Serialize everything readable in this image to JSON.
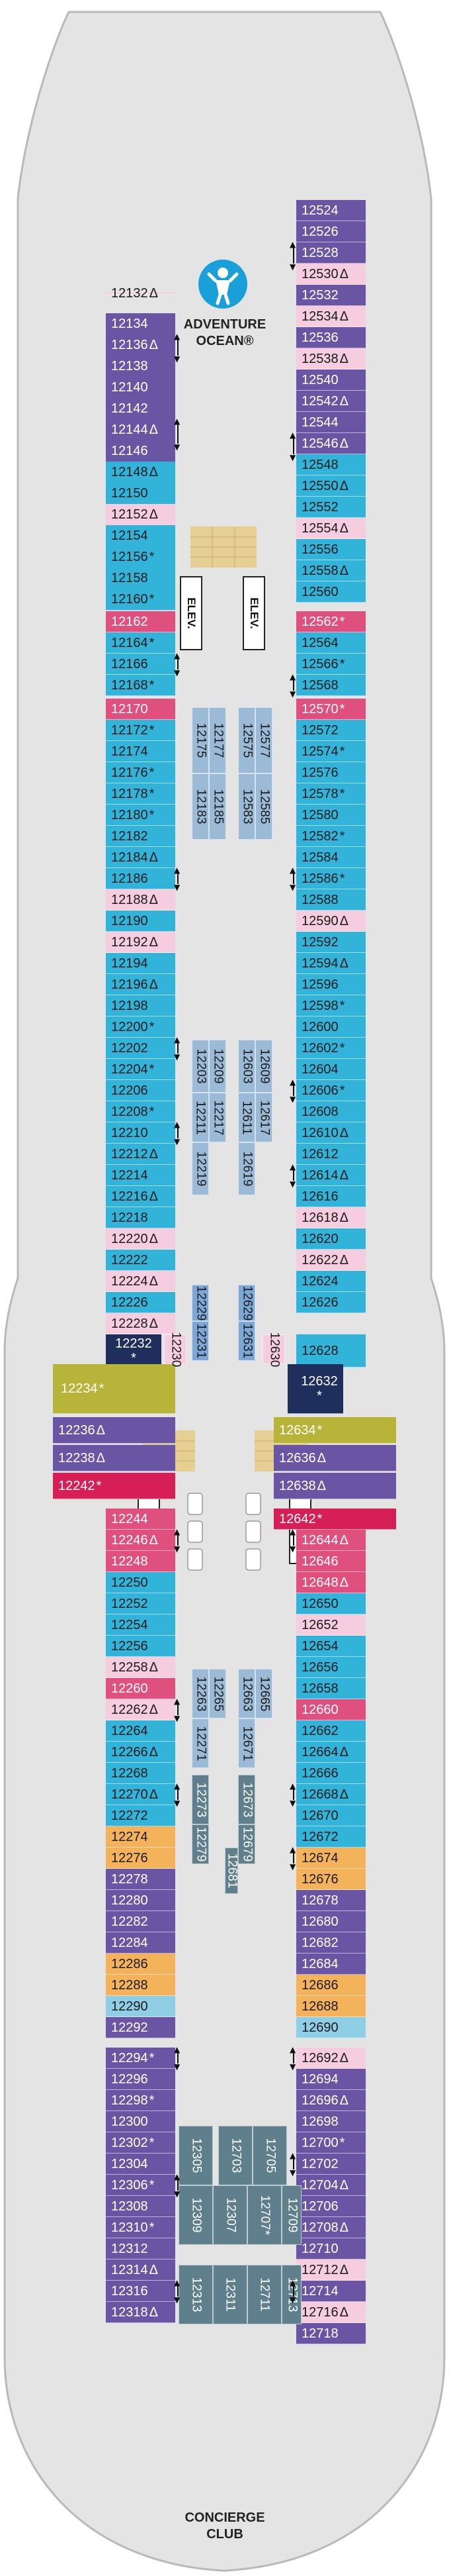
{
  "colors": {
    "hull": "#e4e4e4",
    "hull_stroke": "#b9b9b9",
    "ocean_suite": "#32b3d9",
    "balcony": "#6a55a4",
    "balcony_deluxe": "#8270b8",
    "suite_pink": "#f5cdde",
    "junior_suite": "#e0507f",
    "grand_suite": "#d61f56",
    "family": "#f4b35a",
    "interior_teal": "#5e7f8b",
    "interior_light": "#9bbad6",
    "interior_blue": "#7da7d6",
    "navy": "#1f2f5d",
    "olive": "#b8b43a",
    "dark_teal": "#4f7584",
    "pale_blue": "#8ecfe6",
    "wood": "#e6cf93"
  },
  "venues": {
    "adventure_ocean_line1": "ADVENTURE",
    "adventure_ocean_line2": "OCEAN®",
    "adventure_ocean_icon": "kids-club-icon",
    "concierge_line1": "CONCIERGE",
    "concierge_line2": "CLUB",
    "elevator_label": "ELEV."
  },
  "legend_symbols": {
    "accessible": "*",
    "connecting": "Δ",
    "adjoining": "↕"
  },
  "cabins_left": [
    {
      "id": "12132",
      "sym": "Δ",
      "cat": "suite_pink"
    },
    {
      "id": "12134",
      "sym": "",
      "cat": "balcony"
    },
    {
      "id": "12136",
      "sym": "Δ",
      "cat": "balcony"
    },
    {
      "id": "12138",
      "sym": "",
      "cat": "balcony"
    },
    {
      "id": "12140",
      "sym": "",
      "cat": "balcony"
    },
    {
      "id": "12142",
      "sym": "",
      "cat": "balcony"
    },
    {
      "id": "12144",
      "sym": "Δ",
      "cat": "balcony"
    },
    {
      "id": "12146",
      "sym": "",
      "cat": "balcony"
    },
    {
      "id": "12148",
      "sym": "Δ",
      "cat": "ocean_suite"
    },
    {
      "id": "12150",
      "sym": "",
      "cat": "ocean_suite"
    },
    {
      "id": "12152",
      "sym": "Δ",
      "cat": "suite_pink"
    },
    {
      "id": "12154",
      "sym": "",
      "cat": "ocean_suite"
    },
    {
      "id": "12156",
      "sym": "*",
      "cat": "ocean_suite"
    },
    {
      "id": "12158",
      "sym": "",
      "cat": "ocean_suite"
    },
    {
      "id": "12160",
      "sym": "*",
      "cat": "ocean_suite"
    },
    {
      "id": "12162",
      "sym": "",
      "cat": "junior_suite"
    },
    {
      "id": "12164",
      "sym": "*",
      "cat": "ocean_suite"
    },
    {
      "id": "12166",
      "sym": "",
      "cat": "ocean_suite"
    },
    {
      "id": "12168",
      "sym": "*",
      "cat": "ocean_suite"
    },
    {
      "id": "12170",
      "sym": "",
      "cat": "junior_suite"
    },
    {
      "id": "12172",
      "sym": "*",
      "cat": "ocean_suite"
    },
    {
      "id": "12174",
      "sym": "",
      "cat": "ocean_suite"
    },
    {
      "id": "12176",
      "sym": "*",
      "cat": "ocean_suite"
    },
    {
      "id": "12178",
      "sym": "*",
      "cat": "ocean_suite"
    },
    {
      "id": "12180",
      "sym": "*",
      "cat": "ocean_suite"
    },
    {
      "id": "12182",
      "sym": "",
      "cat": "ocean_suite"
    },
    {
      "id": "12184",
      "sym": "Δ",
      "cat": "ocean_suite"
    },
    {
      "id": "12186",
      "sym": "",
      "cat": "ocean_suite"
    },
    {
      "id": "12188",
      "sym": "Δ",
      "cat": "suite_pink"
    },
    {
      "id": "12190",
      "sym": "",
      "cat": "ocean_suite"
    },
    {
      "id": "12192",
      "sym": "Δ",
      "cat": "suite_pink"
    },
    {
      "id": "12194",
      "sym": "",
      "cat": "ocean_suite"
    },
    {
      "id": "12196",
      "sym": "Δ",
      "cat": "ocean_suite"
    },
    {
      "id": "12198",
      "sym": "",
      "cat": "ocean_suite"
    },
    {
      "id": "12200",
      "sym": "*",
      "cat": "ocean_suite"
    },
    {
      "id": "12202",
      "sym": "",
      "cat": "ocean_suite"
    },
    {
      "id": "12204",
      "sym": "*",
      "cat": "ocean_suite"
    },
    {
      "id": "12206",
      "sym": "",
      "cat": "ocean_suite"
    },
    {
      "id": "12208",
      "sym": "*",
      "cat": "ocean_suite"
    },
    {
      "id": "12210",
      "sym": "",
      "cat": "ocean_suite"
    },
    {
      "id": "12212",
      "sym": "Δ",
      "cat": "ocean_suite"
    },
    {
      "id": "12214",
      "sym": "",
      "cat": "ocean_suite"
    },
    {
      "id": "12216",
      "sym": "Δ",
      "cat": "ocean_suite"
    },
    {
      "id": "12218",
      "sym": "",
      "cat": "ocean_suite"
    },
    {
      "id": "12220",
      "sym": "Δ",
      "cat": "suite_pink"
    },
    {
      "id": "12222",
      "sym": "",
      "cat": "ocean_suite"
    },
    {
      "id": "12224",
      "sym": "Δ",
      "cat": "suite_pink"
    },
    {
      "id": "12226",
      "sym": "",
      "cat": "ocean_suite"
    },
    {
      "id": "12228",
      "sym": "Δ",
      "cat": "suite_pink"
    },
    {
      "id": "12232",
      "sym": "*",
      "cat": "navy"
    },
    {
      "id": "12234",
      "sym": "*",
      "cat": "olive"
    },
    {
      "id": "12236",
      "sym": "Δ",
      "cat": "balcony"
    },
    {
      "id": "12238",
      "sym": "Δ",
      "cat": "balcony"
    },
    {
      "id": "12242",
      "sym": "*",
      "cat": "grand_suite"
    },
    {
      "id": "12244",
      "sym": "",
      "cat": "junior_suite"
    },
    {
      "id": "12246",
      "sym": "Δ",
      "cat": "junior_suite"
    },
    {
      "id": "12248",
      "sym": "",
      "cat": "junior_suite"
    },
    {
      "id": "12250",
      "sym": "",
      "cat": "ocean_suite"
    },
    {
      "id": "12252",
      "sym": "",
      "cat": "ocean_suite"
    },
    {
      "id": "12254",
      "sym": "",
      "cat": "ocean_suite"
    },
    {
      "id": "12256",
      "sym": "",
      "cat": "ocean_suite"
    },
    {
      "id": "12258",
      "sym": "Δ",
      "cat": "suite_pink"
    },
    {
      "id": "12260",
      "sym": "",
      "cat": "junior_suite"
    },
    {
      "id": "12262",
      "sym": "Δ",
      "cat": "suite_pink"
    },
    {
      "id": "12264",
      "sym": "",
      "cat": "ocean_suite"
    },
    {
      "id": "12266",
      "sym": "Δ",
      "cat": "ocean_suite"
    },
    {
      "id": "12268",
      "sym": "",
      "cat": "ocean_suite"
    },
    {
      "id": "12270",
      "sym": "Δ",
      "cat": "ocean_suite"
    },
    {
      "id": "12272",
      "sym": "",
      "cat": "ocean_suite"
    },
    {
      "id": "12274",
      "sym": "",
      "cat": "family"
    },
    {
      "id": "12276",
      "sym": "",
      "cat": "family"
    },
    {
      "id": "12278",
      "sym": "",
      "cat": "balcony"
    },
    {
      "id": "12280",
      "sym": "",
      "cat": "balcony"
    },
    {
      "id": "12282",
      "sym": "",
      "cat": "balcony"
    },
    {
      "id": "12284",
      "sym": "",
      "cat": "balcony"
    },
    {
      "id": "12286",
      "sym": "",
      "cat": "family"
    },
    {
      "id": "12288",
      "sym": "",
      "cat": "family"
    },
    {
      "id": "12290",
      "sym": "",
      "cat": "pale_blue"
    },
    {
      "id": "12292",
      "sym": "",
      "cat": "balcony"
    },
    {
      "id": "12294",
      "sym": "*",
      "cat": "balcony"
    },
    {
      "id": "12296",
      "sym": "",
      "cat": "balcony"
    },
    {
      "id": "12298",
      "sym": "*",
      "cat": "balcony"
    },
    {
      "id": "12300",
      "sym": "",
      "cat": "balcony"
    },
    {
      "id": "12302",
      "sym": "*",
      "cat": "balcony"
    },
    {
      "id": "12304",
      "sym": "",
      "cat": "balcony"
    },
    {
      "id": "12306",
      "sym": "*",
      "cat": "balcony"
    },
    {
      "id": "12308",
      "sym": "",
      "cat": "balcony"
    },
    {
      "id": "12310",
      "sym": "*",
      "cat": "balcony"
    },
    {
      "id": "12312",
      "sym": "",
      "cat": "balcony"
    },
    {
      "id": "12314",
      "sym": "Δ",
      "cat": "balcony"
    },
    {
      "id": "12316",
      "sym": "",
      "cat": "balcony"
    },
    {
      "id": "12318",
      "sym": "Δ",
      "cat": "balcony"
    }
  ],
  "cabins_right": [
    {
      "id": "12524",
      "sym": "",
      "cat": "balcony"
    },
    {
      "id": "12526",
      "sym": "",
      "cat": "balcony"
    },
    {
      "id": "12528",
      "sym": "",
      "cat": "balcony"
    },
    {
      "id": "12530",
      "sym": "Δ",
      "cat": "suite_pink"
    },
    {
      "id": "12532",
      "sym": "",
      "cat": "balcony"
    },
    {
      "id": "12534",
      "sym": "Δ",
      "cat": "suite_pink"
    },
    {
      "id": "12536",
      "sym": "",
      "cat": "balcony"
    },
    {
      "id": "12538",
      "sym": "Δ",
      "cat": "suite_pink"
    },
    {
      "id": "12540",
      "sym": "",
      "cat": "balcony"
    },
    {
      "id": "12542",
      "sym": "Δ",
      "cat": "balcony"
    },
    {
      "id": "12544",
      "sym": "",
      "cat": "balcony"
    },
    {
      "id": "12546",
      "sym": "Δ",
      "cat": "balcony"
    },
    {
      "id": "12548",
      "sym": "",
      "cat": "ocean_suite"
    },
    {
      "id": "12550",
      "sym": "Δ",
      "cat": "ocean_suite"
    },
    {
      "id": "12552",
      "sym": "",
      "cat": "ocean_suite"
    },
    {
      "id": "12554",
      "sym": "Δ",
      "cat": "suite_pink"
    },
    {
      "id": "12556",
      "sym": "",
      "cat": "ocean_suite"
    },
    {
      "id": "12558",
      "sym": "Δ",
      "cat": "ocean_suite"
    },
    {
      "id": "12560",
      "sym": "",
      "cat": "ocean_suite"
    },
    {
      "id": "12562",
      "sym": "*",
      "cat": "junior_suite"
    },
    {
      "id": "12564",
      "sym": "",
      "cat": "ocean_suite"
    },
    {
      "id": "12566",
      "sym": "*",
      "cat": "ocean_suite"
    },
    {
      "id": "12568",
      "sym": "",
      "cat": "ocean_suite"
    },
    {
      "id": "12570",
      "sym": "*",
      "cat": "junior_suite"
    },
    {
      "id": "12572",
      "sym": "",
      "cat": "ocean_suite"
    },
    {
      "id": "12574",
      "sym": "*",
      "cat": "ocean_suite"
    },
    {
      "id": "12576",
      "sym": "",
      "cat": "ocean_suite"
    },
    {
      "id": "12578",
      "sym": "*",
      "cat": "ocean_suite"
    },
    {
      "id": "12580",
      "sym": "",
      "cat": "ocean_suite"
    },
    {
      "id": "12582",
      "sym": "*",
      "cat": "ocean_suite"
    },
    {
      "id": "12584",
      "sym": "",
      "cat": "ocean_suite"
    },
    {
      "id": "12586",
      "sym": "*",
      "cat": "ocean_suite"
    },
    {
      "id": "12588",
      "sym": "",
      "cat": "ocean_suite"
    },
    {
      "id": "12590",
      "sym": "Δ",
      "cat": "suite_pink"
    },
    {
      "id": "12592",
      "sym": "",
      "cat": "ocean_suite"
    },
    {
      "id": "12594",
      "sym": "Δ",
      "cat": "ocean_suite"
    },
    {
      "id": "12596",
      "sym": "",
      "cat": "ocean_suite"
    },
    {
      "id": "12598",
      "sym": "*",
      "cat": "ocean_suite"
    },
    {
      "id": "12600",
      "sym": "",
      "cat": "ocean_suite"
    },
    {
      "id": "12602",
      "sym": "*",
      "cat": "ocean_suite"
    },
    {
      "id": "12604",
      "sym": "",
      "cat": "ocean_suite"
    },
    {
      "id": "12606",
      "sym": "*",
      "cat": "ocean_suite"
    },
    {
      "id": "12608",
      "sym": "",
      "cat": "ocean_suite"
    },
    {
      "id": "12610",
      "sym": "Δ",
      "cat": "ocean_suite"
    },
    {
      "id": "12612",
      "sym": "",
      "cat": "ocean_suite"
    },
    {
      "id": "12614",
      "sym": "Δ",
      "cat": "ocean_suite"
    },
    {
      "id": "12616",
      "sym": "",
      "cat": "ocean_suite"
    },
    {
      "id": "12618",
      "sym": "Δ",
      "cat": "suite_pink"
    },
    {
      "id": "12620",
      "sym": "",
      "cat": "ocean_suite"
    },
    {
      "id": "12622",
      "sym": "Δ",
      "cat": "suite_pink"
    },
    {
      "id": "12624",
      "sym": "",
      "cat": "ocean_suite"
    },
    {
      "id": "12626",
      "sym": "",
      "cat": "ocean_suite"
    },
    {
      "id": "12628",
      "sym": "",
      "cat": "ocean_suite"
    },
    {
      "id": "12632",
      "sym": "*",
      "cat": "navy"
    },
    {
      "id": "12634",
      "sym": "*",
      "cat": "olive"
    },
    {
      "id": "12636",
      "sym": "Δ",
      "cat": "balcony"
    },
    {
      "id": "12638",
      "sym": "Δ",
      "cat": "balcony"
    },
    {
      "id": "12642",
      "sym": "*",
      "cat": "grand_suite"
    },
    {
      "id": "12644",
      "sym": "Δ",
      "cat": "junior_suite"
    },
    {
      "id": "12646",
      "sym": "",
      "cat": "junior_suite"
    },
    {
      "id": "12648",
      "sym": "Δ",
      "cat": "junior_suite"
    },
    {
      "id": "12650",
      "sym": "",
      "cat": "ocean_suite"
    },
    {
      "id": "12652",
      "sym": "",
      "cat": "suite_pink"
    },
    {
      "id": "12654",
      "sym": "",
      "cat": "ocean_suite"
    },
    {
      "id": "12656",
      "sym": "",
      "cat": "ocean_suite"
    },
    {
      "id": "12658",
      "sym": "",
      "cat": "ocean_suite"
    },
    {
      "id": "12660",
      "sym": "",
      "cat": "junior_suite"
    },
    {
      "id": "12662",
      "sym": "",
      "cat": "ocean_suite"
    },
    {
      "id": "12664",
      "sym": "Δ",
      "cat": "ocean_suite"
    },
    {
      "id": "12666",
      "sym": "",
      "cat": "ocean_suite"
    },
    {
      "id": "12668",
      "sym": "Δ",
      "cat": "ocean_suite"
    },
    {
      "id": "12670",
      "sym": "",
      "cat": "ocean_suite"
    },
    {
      "id": "12672",
      "sym": "",
      "cat": "ocean_suite"
    },
    {
      "id": "12674",
      "sym": "",
      "cat": "family"
    },
    {
      "id": "12676",
      "sym": "",
      "cat": "family"
    },
    {
      "id": "12678",
      "sym": "",
      "cat": "balcony"
    },
    {
      "id": "12680",
      "sym": "",
      "cat": "balcony"
    },
    {
      "id": "12682",
      "sym": "",
      "cat": "balcony"
    },
    {
      "id": "12684",
      "sym": "",
      "cat": "balcony"
    },
    {
      "id": "12686",
      "sym": "",
      "cat": "family"
    },
    {
      "id": "12688",
      "sym": "",
      "cat": "family"
    },
    {
      "id": "12690",
      "sym": "",
      "cat": "pale_blue"
    },
    {
      "id": "12692",
      "sym": "Δ",
      "cat": "suite_pink"
    },
    {
      "id": "12694",
      "sym": "",
      "cat": "balcony"
    },
    {
      "id": "12696",
      "sym": "Δ",
      "cat": "balcony"
    },
    {
      "id": "12698",
      "sym": "",
      "cat": "balcony"
    },
    {
      "id": "12700",
      "sym": "*",
      "cat": "balcony"
    },
    {
      "id": "12702",
      "sym": "",
      "cat": "balcony"
    },
    {
      "id": "12704",
      "sym": "Δ",
      "cat": "balcony"
    },
    {
      "id": "12706",
      "sym": "",
      "cat": "balcony"
    },
    {
      "id": "12708",
      "sym": "Δ",
      "cat": "balcony"
    },
    {
      "id": "12710",
      "sym": "",
      "cat": "balcony"
    },
    {
      "id": "12712",
      "sym": "Δ",
      "cat": "suite_pink"
    },
    {
      "id": "12714",
      "sym": "",
      "cat": "balcony"
    },
    {
      "id": "12716",
      "sym": "Δ",
      "cat": "suite_pink"
    },
    {
      "id": "12718",
      "sym": "",
      "cat": "balcony"
    }
  ],
  "interior_cabins": [
    {
      "id": "12175",
      "cat": "interior_light"
    },
    {
      "id": "12177",
      "cat": "interior_light"
    },
    {
      "id": "12183",
      "cat": "interior_light"
    },
    {
      "id": "12185",
      "cat": "interior_light"
    },
    {
      "id": "12575",
      "cat": "interior_light"
    },
    {
      "id": "12577",
      "cat": "interior_light"
    },
    {
      "id": "12583",
      "cat": "interior_light"
    },
    {
      "id": "12585",
      "cat": "interior_light"
    },
    {
      "id": "12203",
      "cat": "interior_light"
    },
    {
      "id": "12209",
      "cat": "interior_light"
    },
    {
      "id": "12211",
      "cat": "interior_light"
    },
    {
      "id": "12217",
      "cat": "interior_light"
    },
    {
      "id": "12219",
      "cat": "interior_light"
    },
    {
      "id": "12603",
      "cat": "interior_light"
    },
    {
      "id": "12609",
      "cat": "interior_light"
    },
    {
      "id": "12611",
      "cat": "interior_light"
    },
    {
      "id": "12617",
      "cat": "interior_light"
    },
    {
      "id": "12619",
      "cat": "interior_light"
    },
    {
      "id": "12229",
      "cat": "interior_blue"
    },
    {
      "id": "12231",
      "cat": "interior_blue"
    },
    {
      "id": "12629",
      "cat": "interior_blue"
    },
    {
      "id": "12631",
      "cat": "interior_blue"
    },
    {
      "id": "12230",
      "cat": "suite_pink"
    },
    {
      "id": "12630",
      "cat": "suite_pink"
    },
    {
      "id": "12263",
      "cat": "interior_light"
    },
    {
      "id": "12265",
      "cat": "interior_light"
    },
    {
      "id": "12271",
      "cat": "interior_light"
    },
    {
      "id": "12663",
      "cat": "interior_light"
    },
    {
      "id": "12665",
      "cat": "interior_light"
    },
    {
      "id": "12671",
      "cat": "interior_light"
    },
    {
      "id": "12273",
      "cat": "interior_teal"
    },
    {
      "id": "12279",
      "cat": "interior_teal"
    },
    {
      "id": "12673",
      "cat": "interior_teal"
    },
    {
      "id": "12679",
      "cat": "interior_teal"
    },
    {
      "id": "12681",
      "cat": "interior_teal"
    },
    {
      "id": "12305",
      "cat": "interior_teal"
    },
    {
      "id": "12703",
      "cat": "interior_teal"
    },
    {
      "id": "12705",
      "cat": "interior_teal"
    },
    {
      "id": "12309",
      "cat": "interior_teal"
    },
    {
      "id": "12307",
      "cat": "interior_teal"
    },
    {
      "id": "12707",
      "sym": "*",
      "cat": "interior_teal"
    },
    {
      "id": "12709",
      "cat": "interior_teal"
    },
    {
      "id": "12313",
      "cat": "interior_teal"
    },
    {
      "id": "12311",
      "cat": "interior_teal"
    },
    {
      "id": "12711",
      "cat": "interior_teal"
    },
    {
      "id": "12713",
      "cat": "interior_teal"
    }
  ]
}
